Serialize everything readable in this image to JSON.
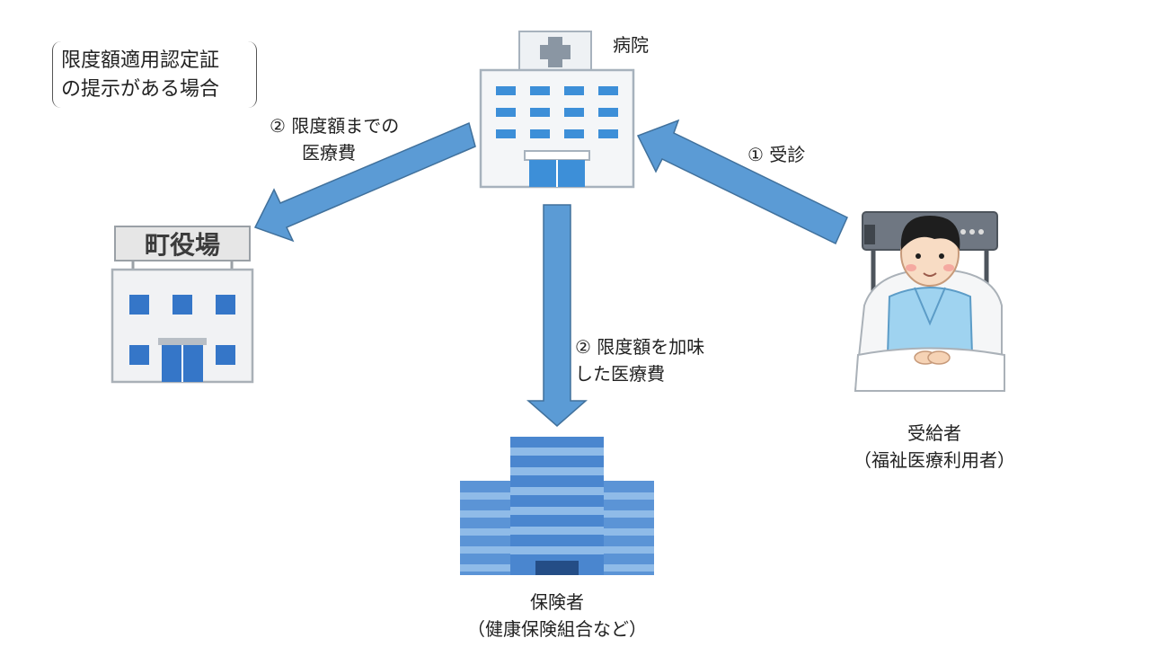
{
  "note": {
    "line1": "限度額適用認定証",
    "line2": "の提示がある場合"
  },
  "hospital": {
    "label": "病院"
  },
  "town_office": {
    "sign": "町役場"
  },
  "recipient": {
    "line1": "受給者",
    "line2": "（福祉医療利用者）"
  },
  "insurer": {
    "line1": "保険者",
    "line2": "（健康保険組合など）"
  },
  "arrows": {
    "consult": "① 受診",
    "to_town_line1": "② 限度額までの",
    "to_town_line2": "医療費",
    "to_insurer_line1": "② 限度額を加味",
    "to_insurer_line2": "した医療費"
  },
  "colors": {
    "arrow": "#5b9bd5",
    "arrow_stroke": "#41719c",
    "window_blue": "#3d8fd8",
    "building_gray": "#eef0f2",
    "insurer_blue": "#5b94d6"
  }
}
